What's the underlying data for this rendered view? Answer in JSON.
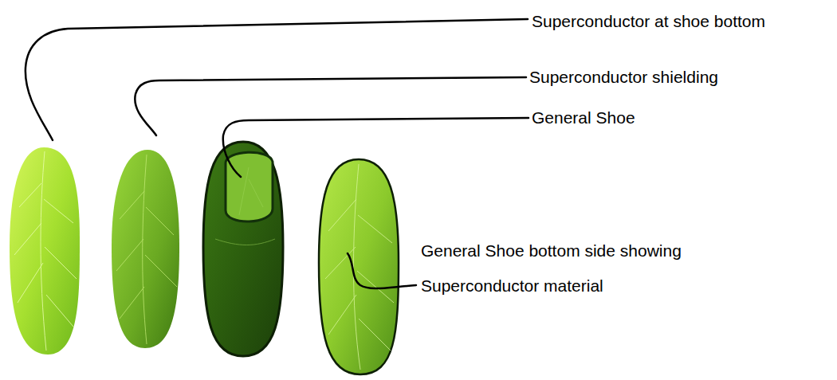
{
  "diagram": {
    "labels": [
      "Superconductor at shoe bottom",
      "Superconductor shielding",
      "General Shoe",
      "General Shoe bottom side showing Superconductor material"
    ]
  }
}
